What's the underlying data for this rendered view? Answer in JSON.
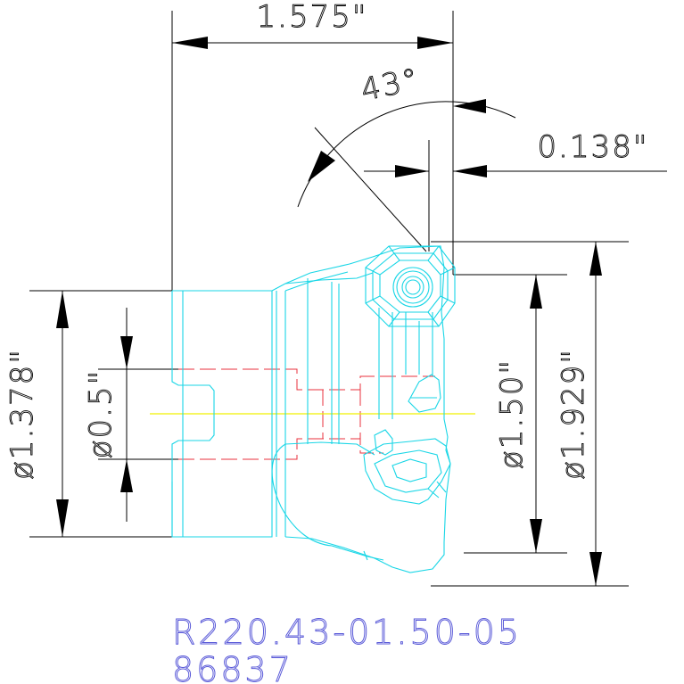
{
  "dimensions": {
    "width_overall": "1.575\"",
    "angle": "43°",
    "insert_offset": "0.138\"",
    "shank_diameter": "ø1.378\"",
    "bore_diameter": "ø0.5\"",
    "cutting_diameter": "ø1.50\"",
    "max_diameter": "ø1.929\""
  },
  "part": {
    "designation": "R220.43-01.50-05",
    "number": "86837"
  },
  "colors": {
    "dimension_lines": "#000000",
    "tool_outline": "#19d6e6",
    "hidden_lines": "#e8323c",
    "centerline": "#f0f000",
    "part_text": "#5a5ad8"
  }
}
